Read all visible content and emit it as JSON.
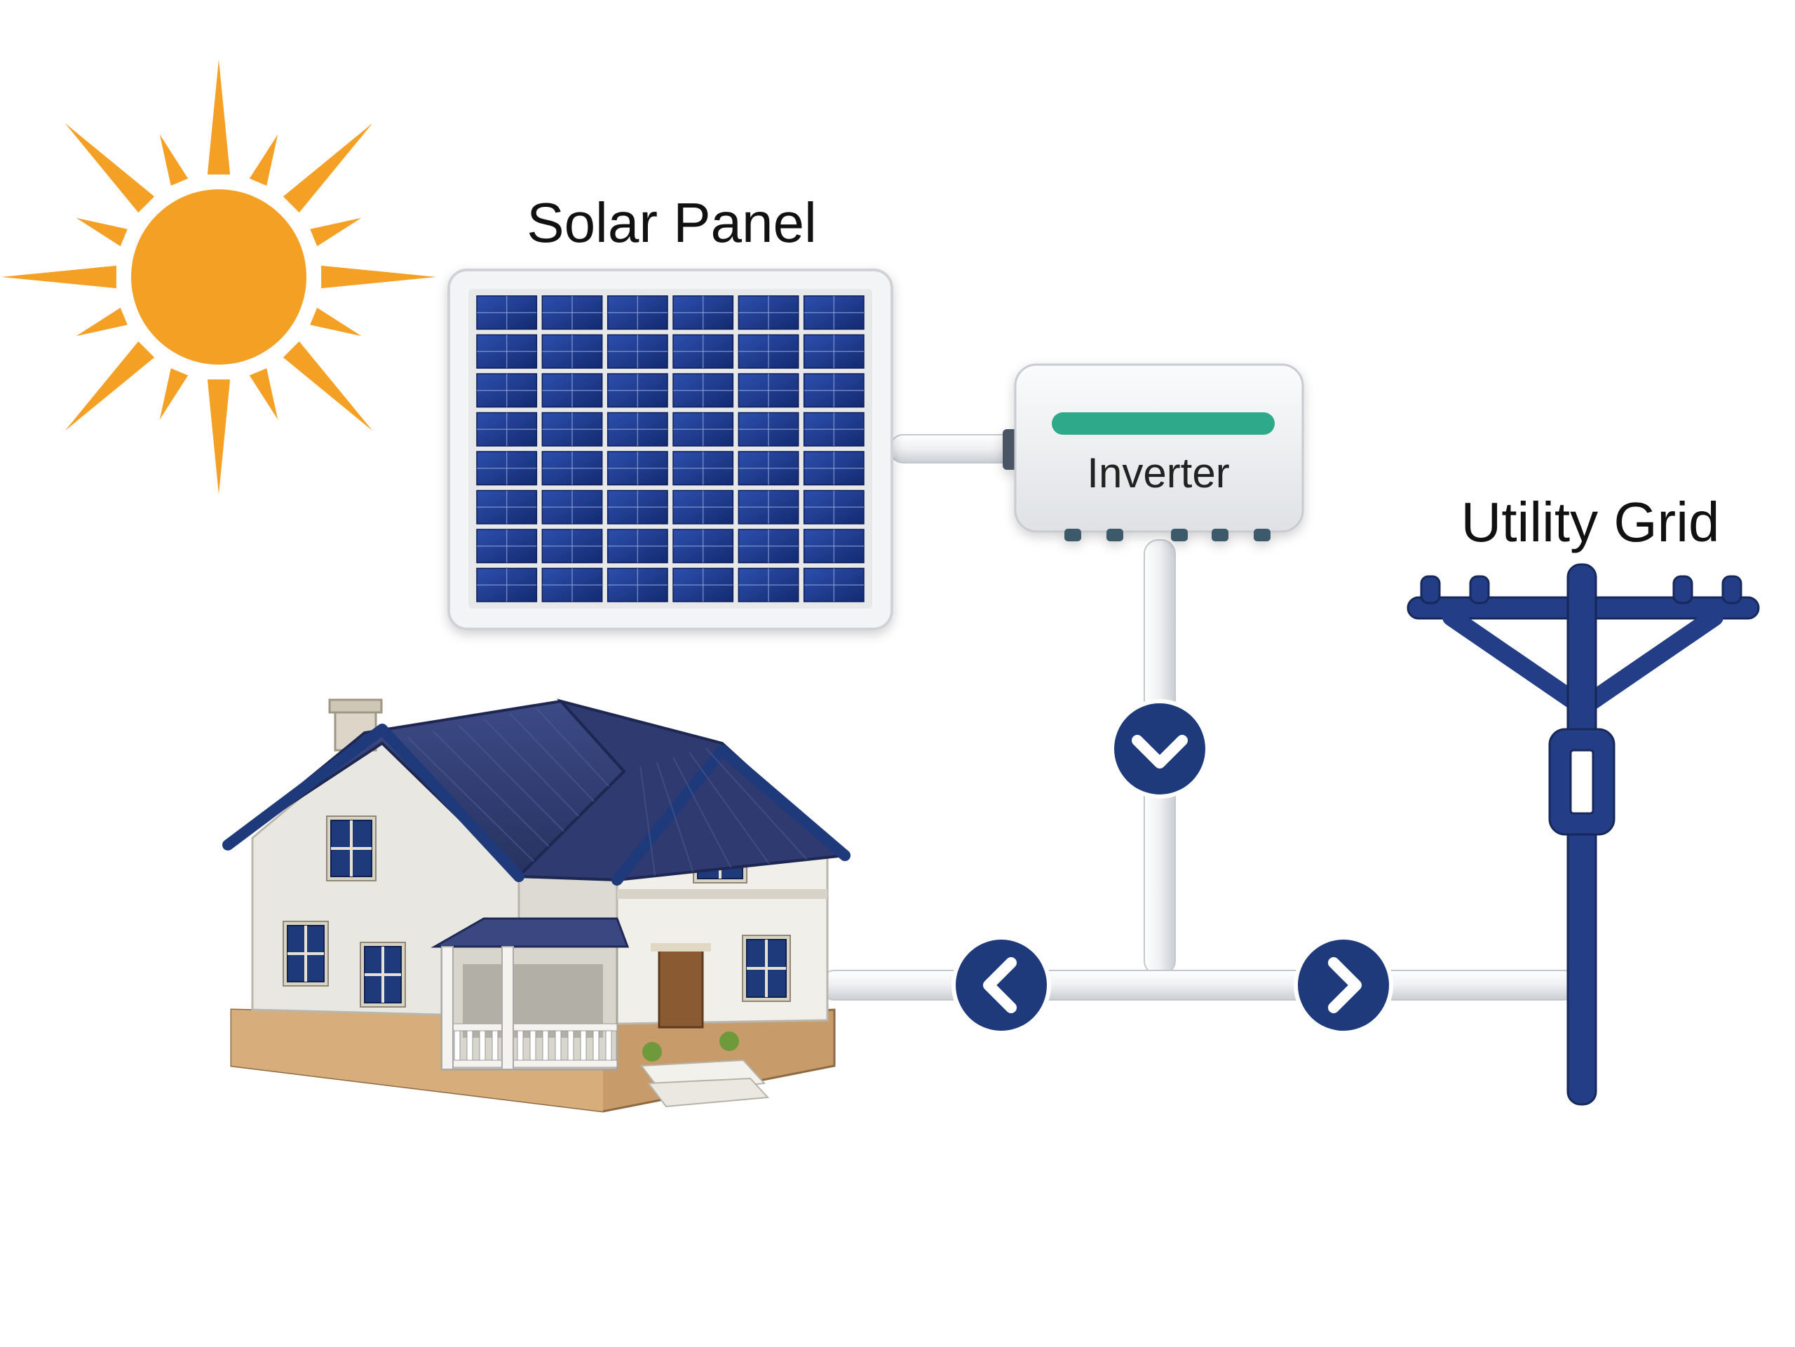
{
  "labels": {
    "solar_panel": "Solar Panel",
    "inverter": "Inverter",
    "utility_grid": "Utility Grid"
  },
  "colors": {
    "sun": "#f4a024",
    "panel_cell": "#1d3a8a",
    "panel_frame": "#f2f3f4",
    "navy": "#1f3a7a",
    "inverter_body": "#f1f2f3",
    "inverter_indicator": "#2fa98a",
    "pipe": "#f2f3f4",
    "house_wall": "#eceae4",
    "house_roof": "#2f3b73",
    "house_base": "#c89b6a"
  },
  "icons": {
    "sun": "sun-icon",
    "flow_down": "chevron-down-icon",
    "flow_left": "chevron-left-icon",
    "flow_right": "chevron-right-icon"
  }
}
